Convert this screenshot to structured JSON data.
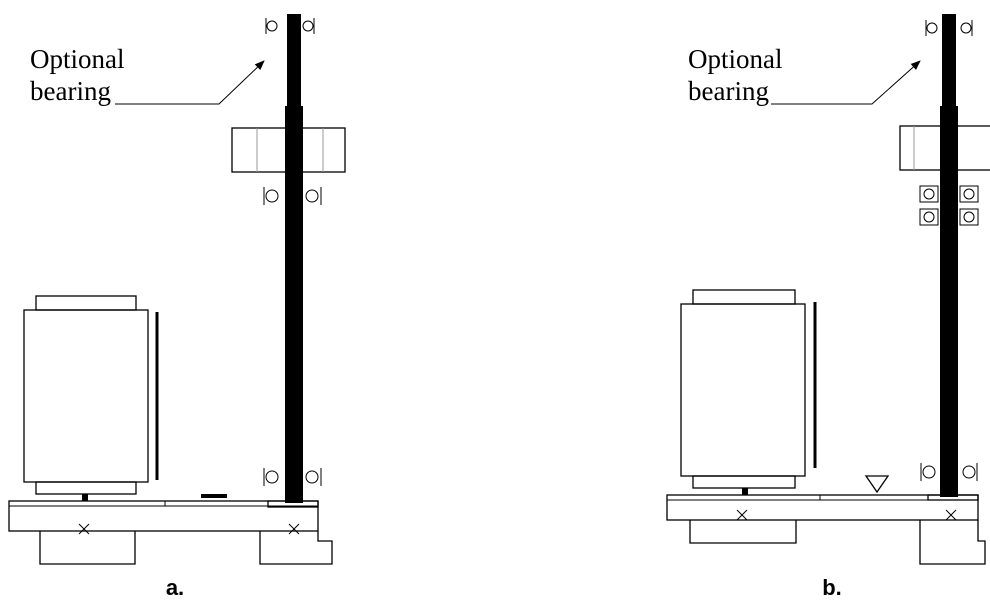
{
  "panels": [
    {
      "id": "a",
      "caption": "a.",
      "bearing_label_line1": "Optional",
      "bearing_label_line2": "bearing"
    },
    {
      "id": "b",
      "caption": "b.",
      "bearing_label_line1": "Optional",
      "bearing_label_line2": "bearing"
    }
  ]
}
